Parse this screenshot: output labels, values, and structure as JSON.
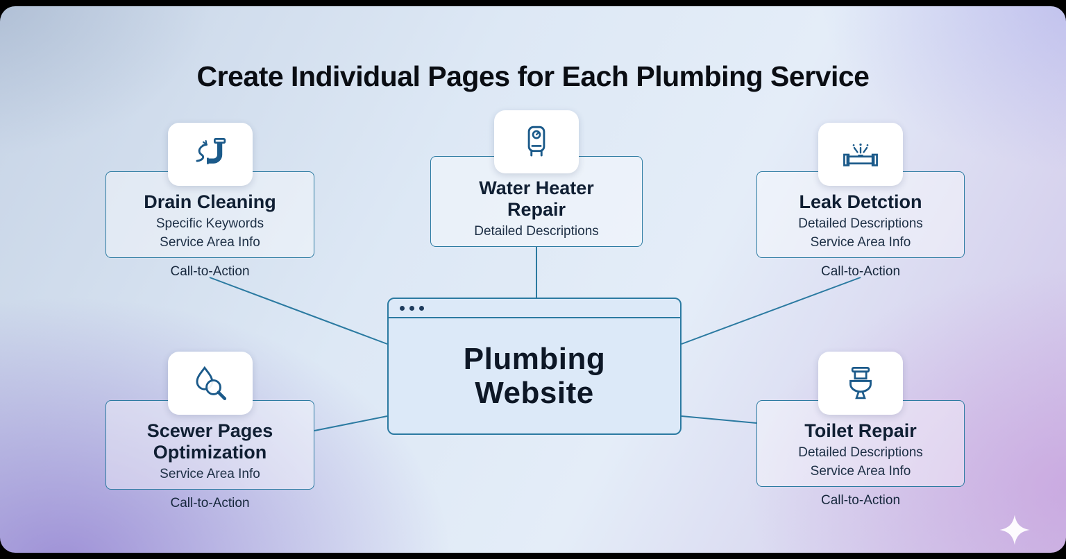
{
  "title": "Create Individual Pages for Each Plumbing Service",
  "colors": {
    "accent_border": "#2b7aa1",
    "icon_stroke": "#1b5a8a",
    "title_text": "#0a0d13",
    "node_text": "#101f33"
  },
  "center": {
    "name": "Plumbing\nWebsite",
    "icon": "browser-window-dots-icon"
  },
  "nodes": [
    {
      "title": "Drain Cleaning",
      "details": [
        "Specific Keywords",
        "Service Area Info"
      ],
      "cta": "Call-to-Action",
      "icon": "drain-cleaning-icon"
    },
    {
      "title": "Water Heater\nRepair",
      "details": [
        "Detailed Descriptions"
      ],
      "icon": "water-heater-icon"
    },
    {
      "title": "Leak Detction",
      "details": [
        "Detailed Descriptions",
        "Service Area Info"
      ],
      "cta": "Call-to-Action",
      "icon": "leak-detection-icon"
    },
    {
      "title": "Scewer Pages\nOptimization",
      "details": [
        "Service Area Info"
      ],
      "cta": "Call-to-Action",
      "icon": "seo-magnifier-drop-icon"
    },
    {
      "title": "Toilet Repair",
      "details": [
        "Detailed Descriptions",
        "Service Area Info"
      ],
      "cta": "Call-to-Action",
      "icon": "toilet-icon"
    }
  ]
}
